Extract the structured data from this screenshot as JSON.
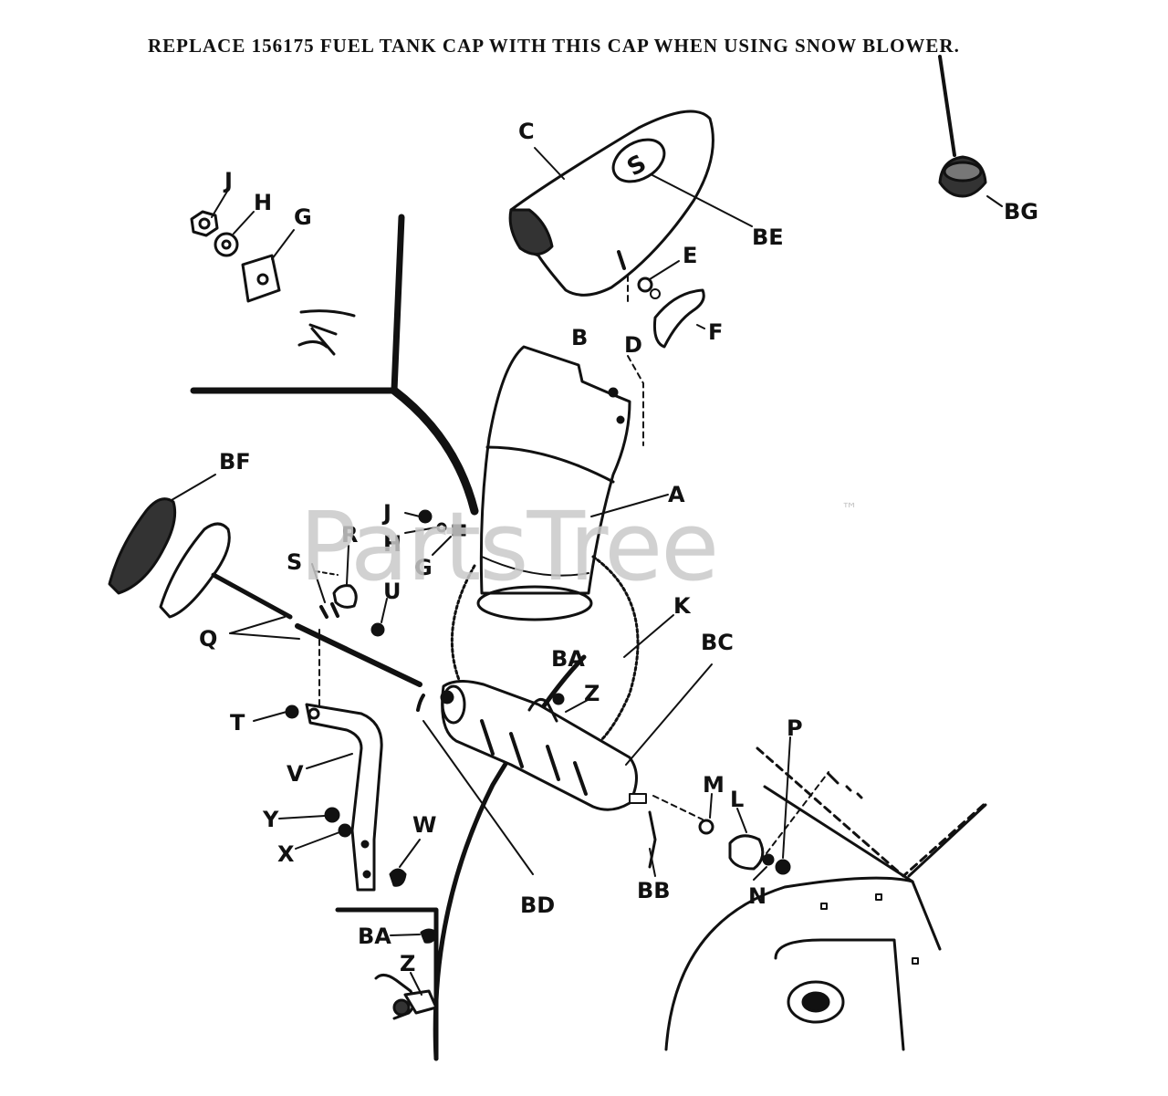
{
  "header": {
    "note": "REPLACE 156175 FUEL TANK CAP WITH THIS CAP WHEN USING SNOW BLOWER."
  },
  "watermark": {
    "brand": "PartsTree",
    "mark": "™"
  },
  "labels": {
    "A": "A",
    "B": "B",
    "C": "C",
    "D": "D",
    "E": "E",
    "F": "F",
    "G": "G",
    "G2": "G",
    "H": "H",
    "H2": "H",
    "J": "J",
    "J2": "J",
    "K": "K",
    "L": "L",
    "M": "M",
    "N": "N",
    "P": "P",
    "Q": "Q",
    "R": "R",
    "S": "S",
    "T": "T",
    "U": "U",
    "V": "V",
    "W": "W",
    "X": "X",
    "Y": "Y",
    "Z": "Z",
    "Z2": "Z",
    "BA": "BA",
    "BA2": "BA",
    "BB": "BB",
    "BC": "BC",
    "BD": "BD",
    "BE": "BE",
    "BF": "BF",
    "BG": "BG"
  },
  "colors": {
    "ink": "#111111",
    "watermark": "#c9c9c9"
  }
}
